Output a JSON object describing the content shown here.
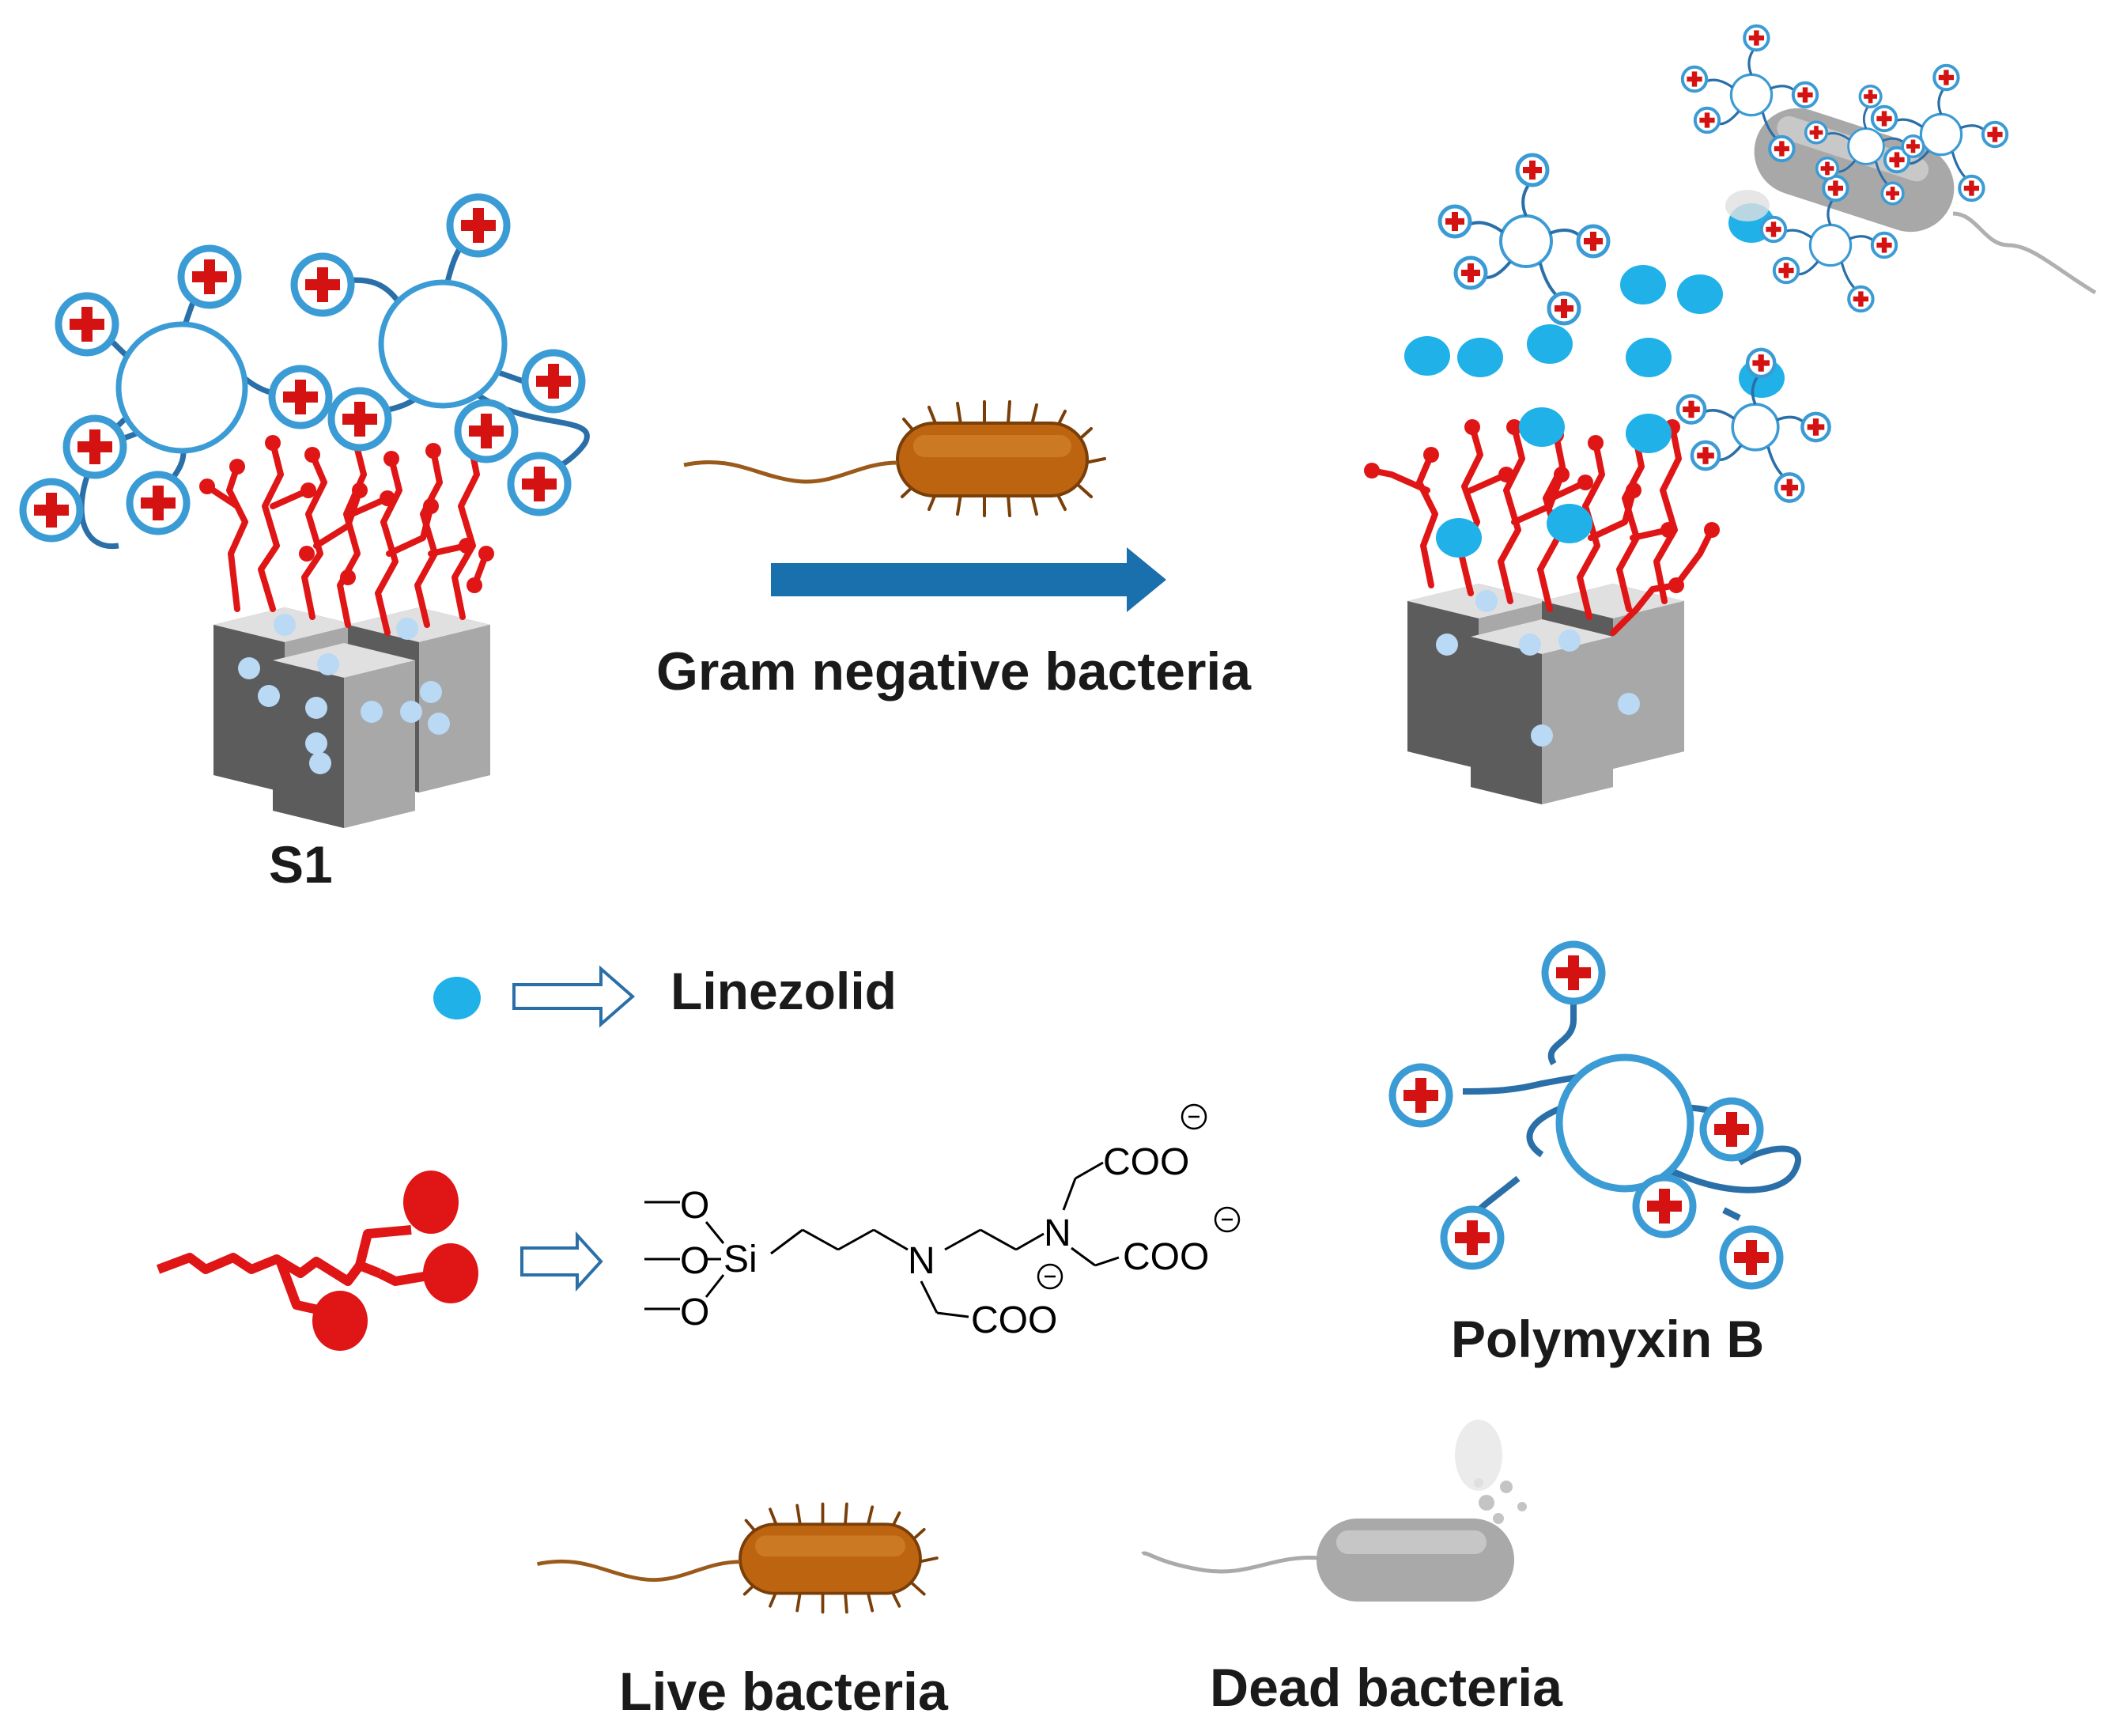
{
  "labels": {
    "process": "Gram negative bacteria",
    "material": "S1",
    "drug": "Linezolid",
    "peptide": "Polymyxin B",
    "live": "Live bacteria",
    "dead": "Dead bacteria"
  },
  "chem": {
    "o1": "O",
    "o2": "O",
    "o3": "O",
    "si": "Si",
    "n1": "N",
    "n2": "N",
    "coo1": "COO",
    "coo2": "COO",
    "coo3": "COO",
    "minus": "−"
  },
  "colors": {
    "arrow": "#1a6fad",
    "drug": "#1fb1e8",
    "polymer": "#e01515",
    "peptide_ring": "#3b9bd5",
    "live_bacterium": "#b8610c",
    "dead_bacterium": "#a8a8a8"
  }
}
